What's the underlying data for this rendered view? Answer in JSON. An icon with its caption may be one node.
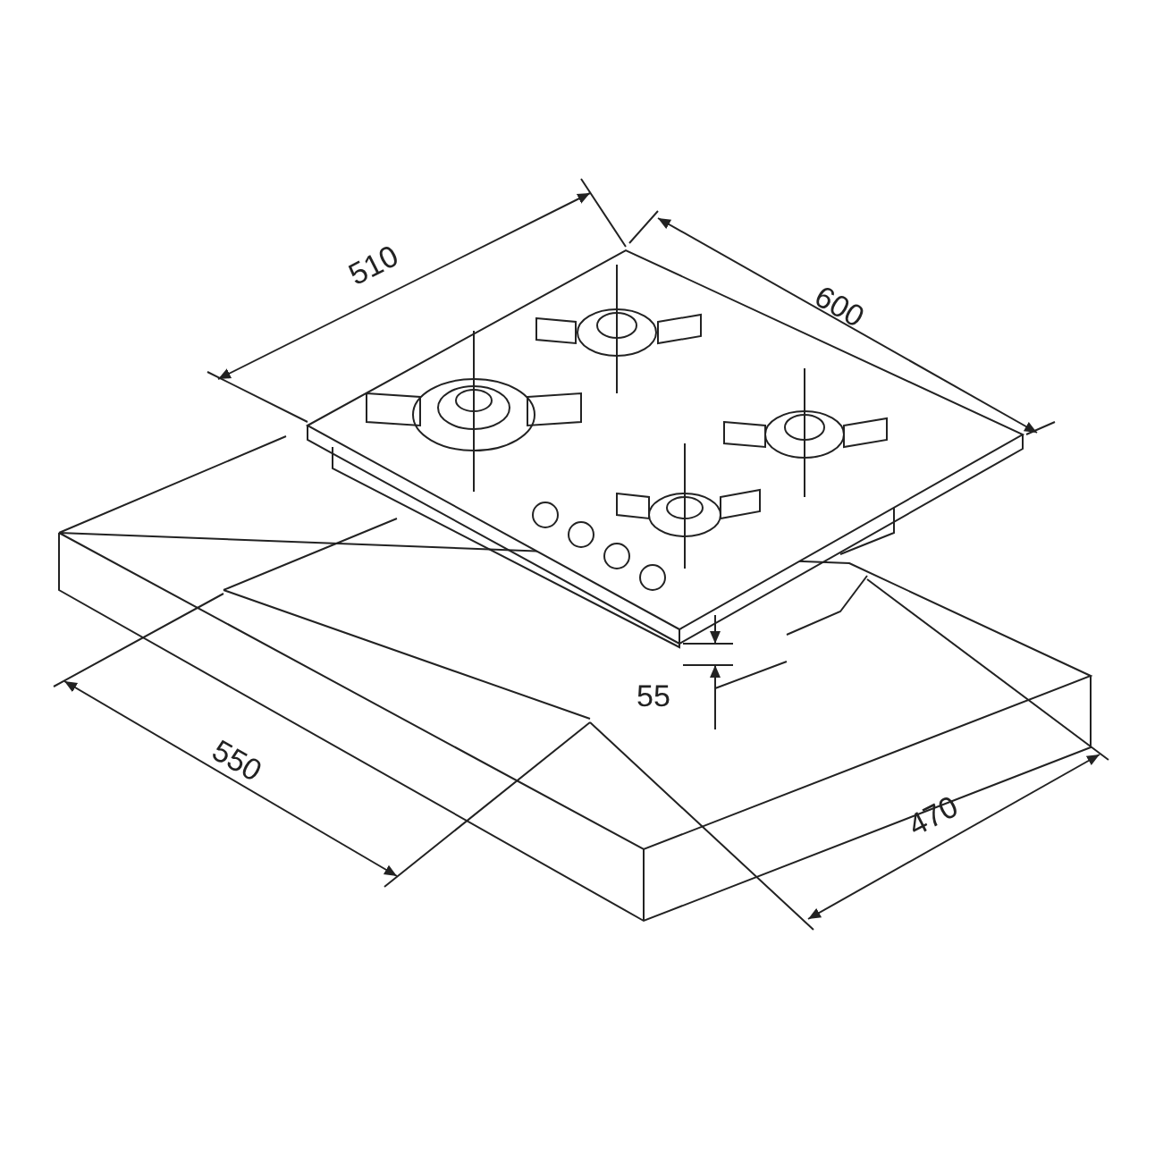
{
  "diagram": {
    "labels": [
      "510",
      "600",
      "55",
      "550",
      "470"
    ]
  }
}
